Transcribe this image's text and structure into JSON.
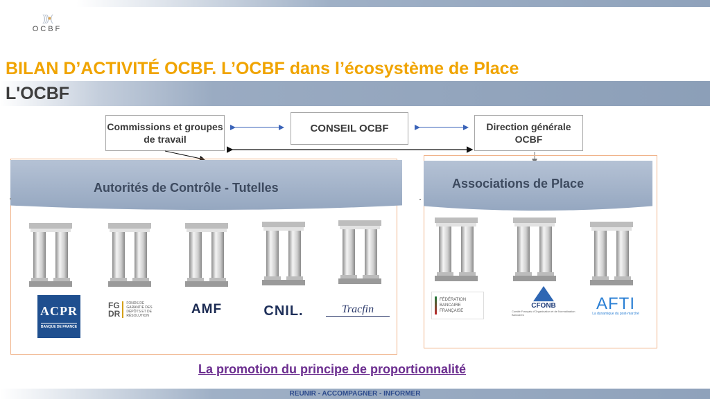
{
  "header": {
    "logo": {
      "name": "OCBF",
      "waves": ")))",
      "tagline": ""
    },
    "title": "BILAN D’ACTIVITÉ OCBF. L’OCBF dans l’écosystème de Place",
    "subtitle": "L'OCBF"
  },
  "org_boxes": {
    "commissions": "Commissions et groupes de travail",
    "conseil": "CONSEIL OCBF",
    "direction": "Direction générale OCBF"
  },
  "sections": {
    "left": {
      "title": "Autorités de Contrôle - Tutelles"
    },
    "right": {
      "title": "Associations de Place"
    }
  },
  "logos": {
    "acpr": {
      "name": "ACPR",
      "sub": "BANQUE DE FRANCE"
    },
    "fgdr": {
      "mark": "FG DR",
      "text": "FONDS DE GARANTIE DES DÉPÔTS ET DE RÉSOLUTION"
    },
    "amf": {
      "name": "AMF"
    },
    "cnil": {
      "name": "CNIL."
    },
    "tracfin": {
      "name": "Tracfin"
    },
    "fbf": {
      "text": "FÉDÉRATION BANCAIRE FRANÇAISE"
    },
    "cfonb": {
      "name": "CFONB",
      "sub": "Comité Français d'Organisation et de Normalisation Bancaires"
    },
    "afti": {
      "name": "AFTI",
      "sub": "La dynamique du post-marché"
    }
  },
  "promo": "La promotion du principe de proportionnalité",
  "footer": "REUNIR - ACCOMPAGNER - INFORMER",
  "colors": {
    "title": "#f0a400",
    "accent_band": "#8fa2bb",
    "promo": "#6b2d8f",
    "footer_text": "#2c4a8c",
    "frame": "#f0b38a"
  }
}
